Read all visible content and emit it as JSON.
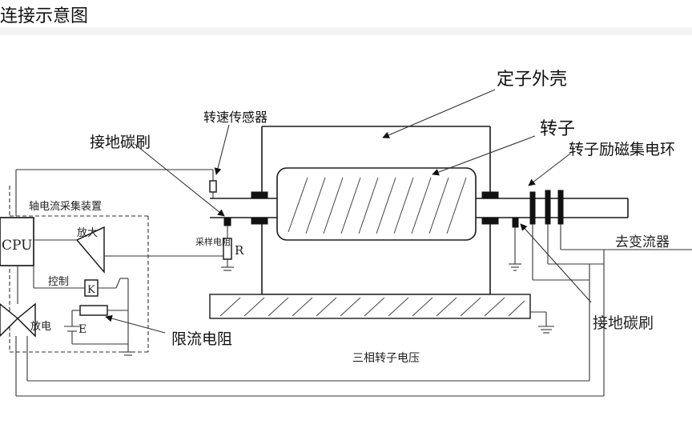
{
  "title": "连接示意图",
  "labels": {
    "stator_shell": "定子外壳",
    "rotor": "转子",
    "slip_ring": "转子励磁集电环",
    "speed_sensor": "转速传感器",
    "ground_brush_left": "接地碳刷",
    "ground_brush_right": "接地碳刷",
    "current_limit_resistor": "限流电阻",
    "collector": "轴电流采集装置",
    "cpu": "CPU",
    "amplify": "放大",
    "control": "控制",
    "relay_k": "K",
    "source_e": "E",
    "sample_resistor": "采样电阻",
    "resistor_r": "R",
    "discharge": "放电",
    "three_phase_voltage": "三相转子电压",
    "to_converter": "去变流器"
  }
}
